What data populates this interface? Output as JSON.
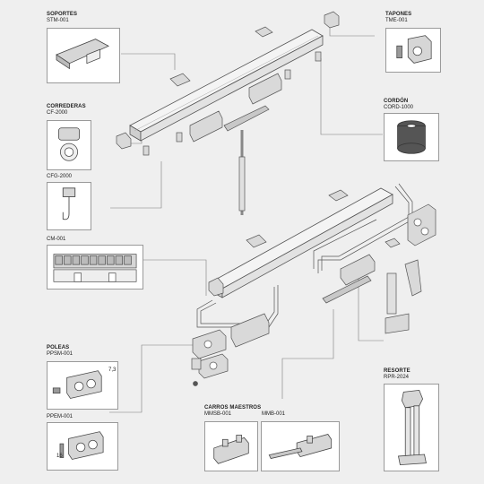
{
  "labels": {
    "soportes": {
      "title": "SOPORTES",
      "code": "STM-001"
    },
    "tapones": {
      "title": "TAPONES",
      "code": "TME-001"
    },
    "correderas": {
      "title": "CORREDERAS",
      "code": "CF-2000"
    },
    "cfg": {
      "code": "CFG-2000"
    },
    "cordon": {
      "title": "CORDÓN",
      "code": "CORD-1000"
    },
    "cm": {
      "code": "CM-001"
    },
    "poleas": {
      "title": "POLEAS",
      "code": "PPSM-001"
    },
    "ppem": {
      "code": "PPEM-001"
    },
    "carros": {
      "title": "CARROS MAESTROS",
      "code1": "MMSB-001",
      "code2": "MMB-001"
    },
    "resorte": {
      "title": "RESORTE",
      "code": "RPR-2024"
    }
  },
  "dimensions": {
    "poleas_dim": "7,3",
    "ppem_dim": "16"
  },
  "colors": {
    "background": "#efefef",
    "line": "#555555",
    "part_fill": "#d9d9d9",
    "rail_fill": "#e6e6e6"
  }
}
